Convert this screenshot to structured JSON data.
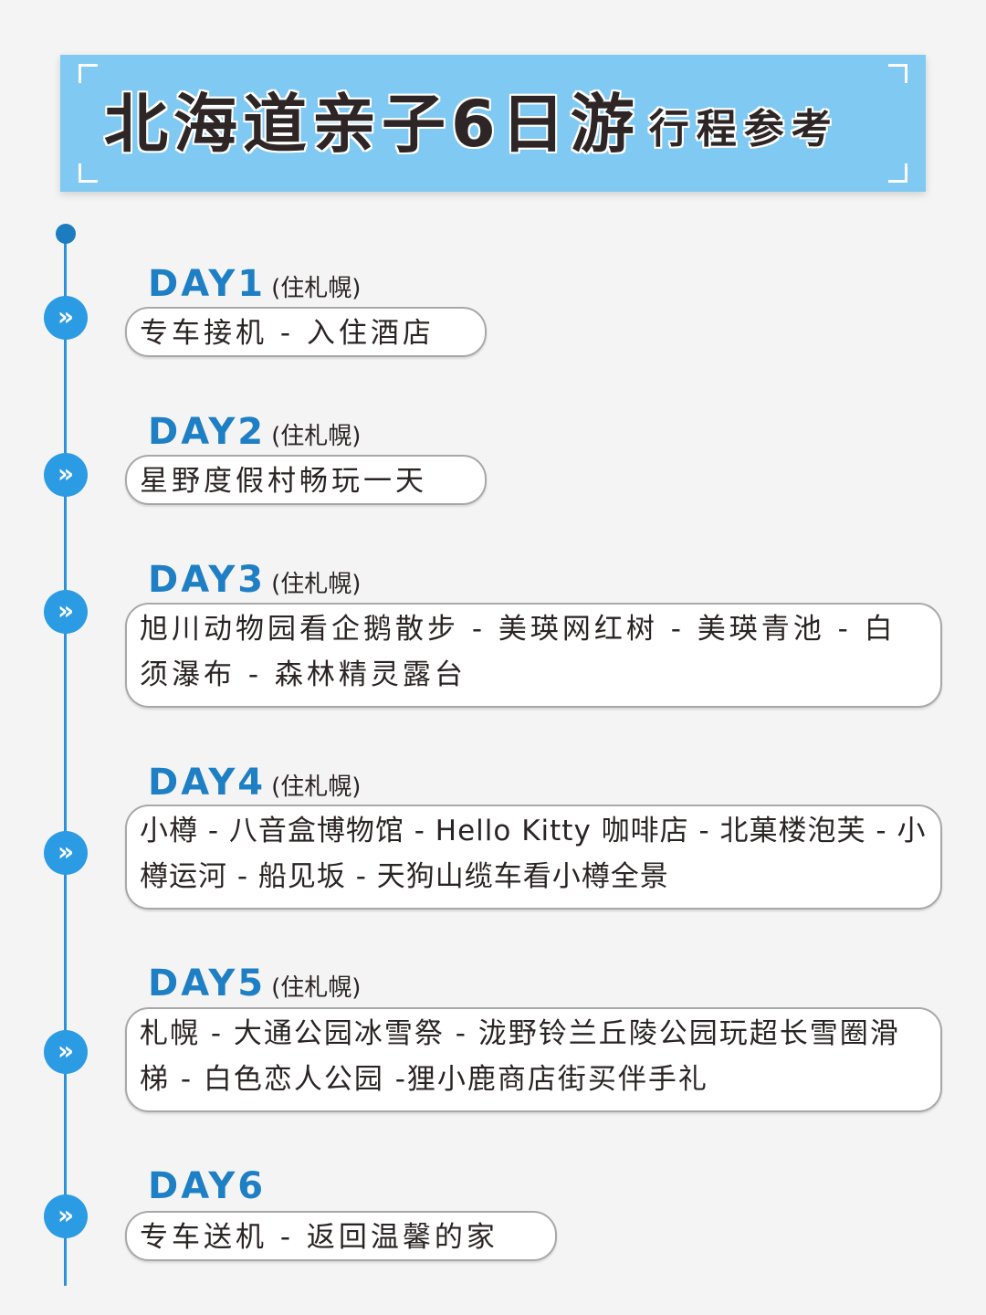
{
  "banner": {
    "title": "北海道亲子6日游",
    "subtitle": "行程参考",
    "background_color": "#7fc9f2"
  },
  "timeline": {
    "line_color": "#2a93d8",
    "node_icon": "»",
    "days": [
      {
        "label": "DAY1",
        "stay": "(住札幌)",
        "itinerary": "专车接机 - 入住酒店"
      },
      {
        "label": "DAY2",
        "stay": "(住札幌)",
        "itinerary": "星野度假村畅玩一天"
      },
      {
        "label": "DAY3",
        "stay": "(住札幌)",
        "itinerary": "旭川动物园看企鹅散步 - 美瑛网红树 - 美瑛青池 - 白须瀑布 - 森林精灵露台"
      },
      {
        "label": "DAY4",
        "stay": "(住札幌)",
        "itinerary": "小樽 - 八音盒博物馆 - Hello Kitty 咖啡店 - 北菓楼泡芙 - 小樽运河 - 船见坂 - 天狗山缆车看小樽全景"
      },
      {
        "label": "DAY5",
        "stay": "(住札幌)",
        "itinerary": "札幌 - 大通公园冰雪祭 - 泷野铃兰丘陵公园玩超长雪圈滑梯 - 白色恋人公园 -狸小鹿商店街买伴手礼"
      },
      {
        "label": "DAY6",
        "stay": "",
        "itinerary": "专车送机 - 返回温馨的家"
      }
    ]
  }
}
